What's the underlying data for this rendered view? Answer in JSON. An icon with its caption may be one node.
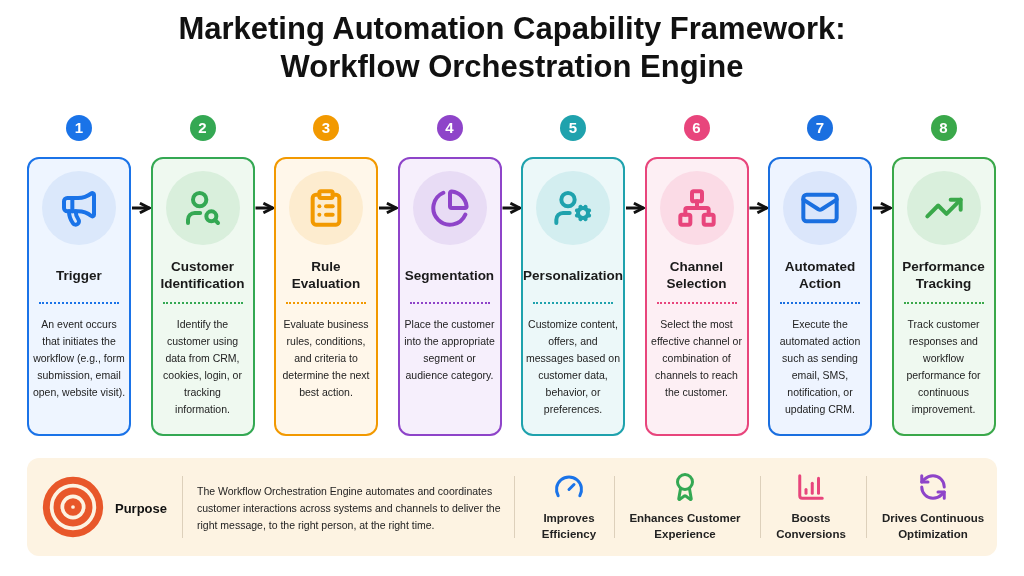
{
  "diagram": {
    "title": "Marketing Automation Capability Framework: Workflow Orchestration Engine",
    "nodes": [
      {
        "text": [
          "1"
        ]
      },
      {
        "text": [
          "2"
        ]
      },
      {
        "text": [
          "3"
        ]
      },
      {
        "text": [
          "4"
        ]
      },
      {
        "text": [
          "5"
        ]
      },
      {
        "text": [
          "6"
        ]
      },
      {
        "text": [
          "7"
        ]
      },
      {
        "text": [
          "8"
        ]
      },
      {
        "text": [
          "Trigger",
          "An event occurs that initiates the workflow (e.g., form submission, email open, website visit)."
        ]
      },
      {
        "text": [
          "Customer Identification",
          "Identify the customer using data from CRM, cookies, login, or tracking information."
        ]
      },
      {
        "text": [
          "Rule Evaluation",
          "Evaluate business rules, conditions, and criteria to determine the next best action."
        ]
      },
      {
        "text": [
          "Segmentation",
          "Place the customer into the appropriate segment or audience category."
        ]
      },
      {
        "text": [
          "Personalization",
          "Customize content, offers, and messages based on customer data, behavior, or preferences."
        ]
      },
      {
        "text": [
          "Channel Selection",
          "Select the most effective channel or combination of channels to reach the customer."
        ]
      },
      {
        "text": [
          "Automated Action",
          "Execute the automated action such as sending email, SMS, notification, or updating CRM."
        ]
      },
      {
        "text": [
          "Performance Tracking",
          "Track customer responses and workflow performance for continuous improvement."
        ]
      },
      {
        "text": [
          "Purpose",
          "The Workflow Orchestration Engine automates and coordinates customer interactions across systems and channels to deliver the right message, to the right person, at the right time."
        ]
      }
    ],
    "edges": [
      {
        "from": 8,
        "to": 9,
        "arrow": "to"
      },
      {
        "from": 9,
        "to": 10,
        "arrow": "to"
      },
      {
        "from": 10,
        "to": 11,
        "arrow": "to"
      },
      {
        "from": 11,
        "to": 12,
        "arrow": "to"
      },
      {
        "from": 12,
        "to": 13,
        "arrow": "to"
      },
      {
        "from": 13,
        "to": 14,
        "arrow": "to"
      },
      {
        "from": 14,
        "to": 15,
        "arrow": "to"
      }
    ],
    "labels": [
      "Improves Efficiency",
      "Enhances Customer Experience",
      "Boosts Conversions",
      "Drives Continuous Optimization"
    ]
  }
}
